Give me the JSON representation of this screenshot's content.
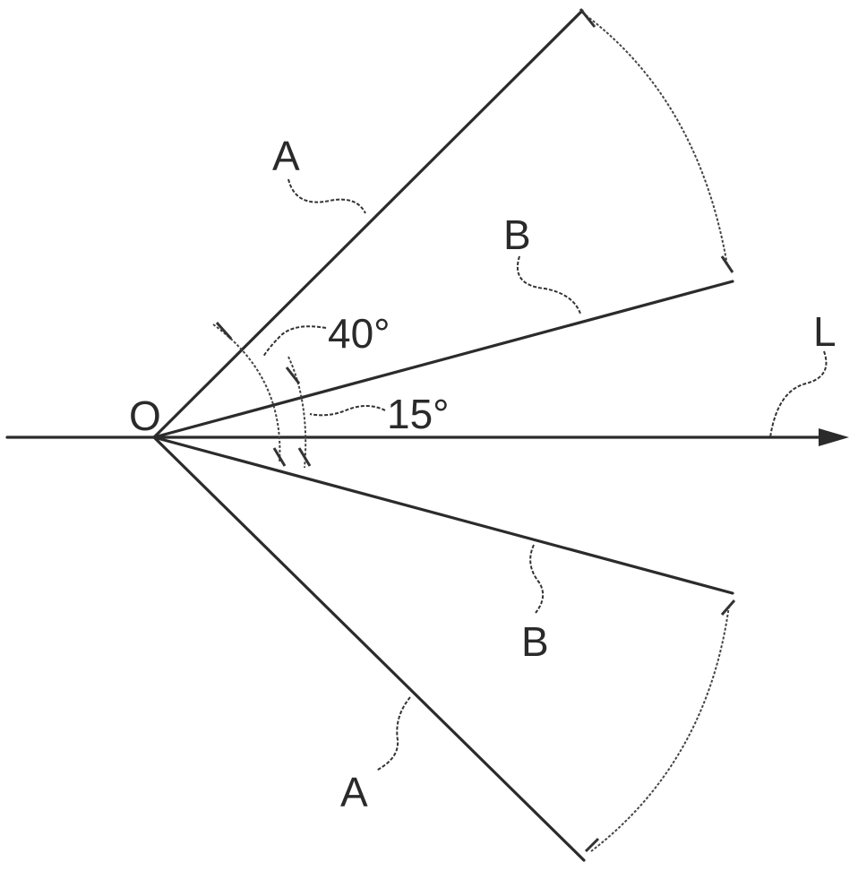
{
  "labels": {
    "origin": "O",
    "axis": "L",
    "ray_a_upper": "A",
    "ray_a_lower": "A",
    "ray_b_upper": "B",
    "ray_b_lower": "B",
    "angle_outer": "40°",
    "angle_inner": "15°"
  },
  "colors": {
    "line": "#2b2b2b",
    "background": "#ffffff"
  }
}
